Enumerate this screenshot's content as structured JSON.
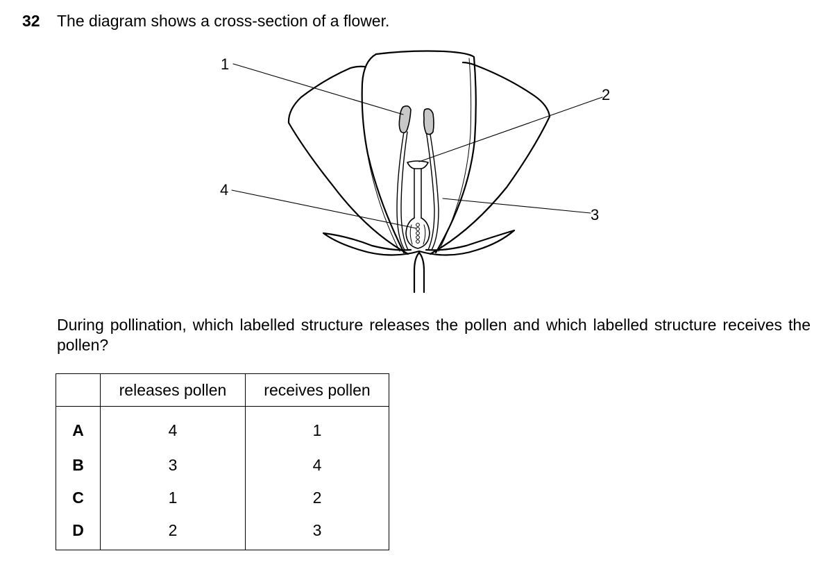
{
  "question": {
    "number": "32",
    "stem": "The diagram shows a cross-section of a flower.",
    "prompt": "During pollination, which labelled structure releases the pollen and which labelled structure receives the pollen?"
  },
  "diagram": {
    "labels": [
      "1",
      "2",
      "3",
      "4"
    ]
  },
  "table": {
    "headers": [
      "",
      "releases pollen",
      "receives pollen"
    ],
    "rows": [
      {
        "option": "A",
        "releases": "4",
        "receives": "1"
      },
      {
        "option": "B",
        "releases": "3",
        "receives": "4"
      },
      {
        "option": "C",
        "releases": "1",
        "receives": "2"
      },
      {
        "option": "D",
        "releases": "2",
        "receives": "3"
      }
    ]
  }
}
